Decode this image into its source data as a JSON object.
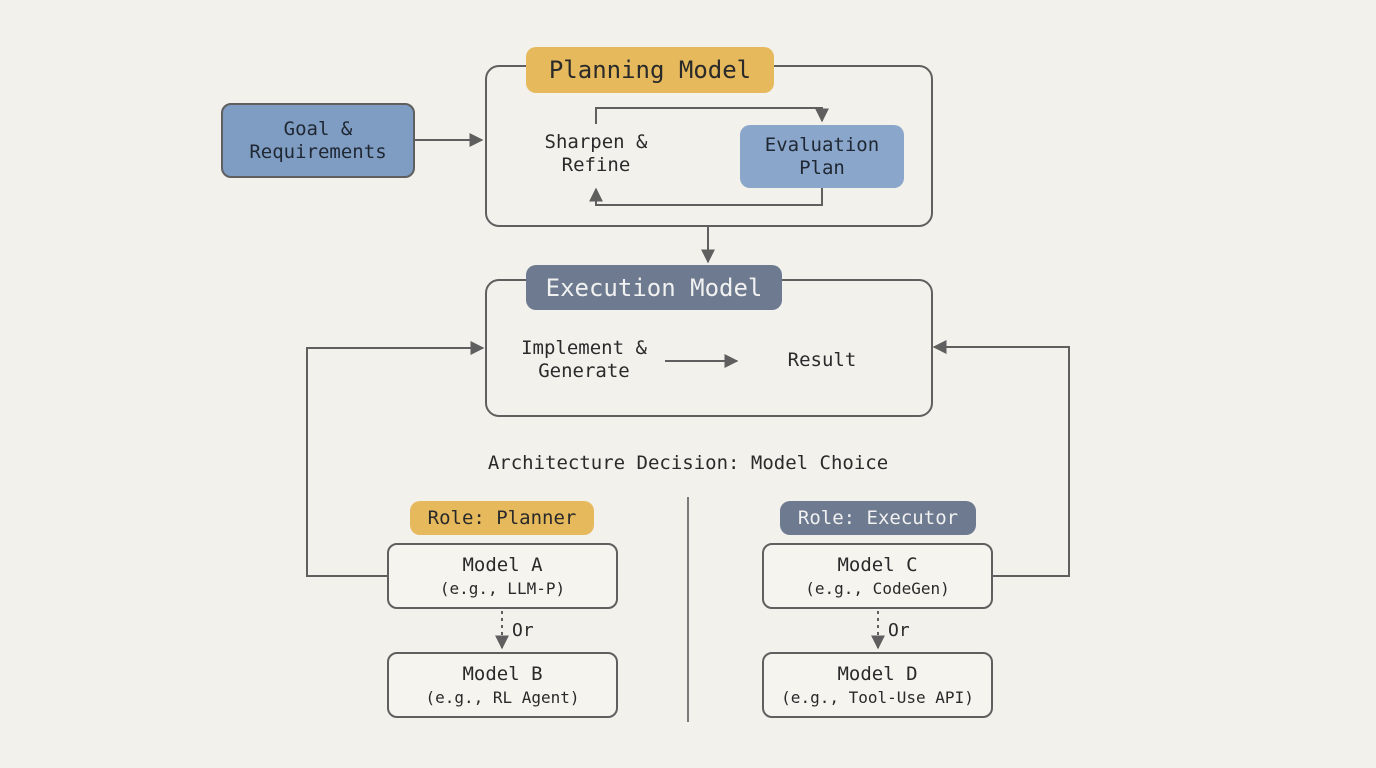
{
  "goal": {
    "line1": "Goal &",
    "line2": "Requirements"
  },
  "planning": {
    "title": "Planning Model",
    "refine_line1": "Sharpen &",
    "refine_line2": "Refine",
    "eval_line1": "Evaluation",
    "eval_line2": "Plan"
  },
  "execution": {
    "title": "Execution Model",
    "implement_line1": "Implement &",
    "implement_line2": "Generate",
    "result": "Result"
  },
  "decision": {
    "title": "Architecture Decision: Model Choice"
  },
  "planner": {
    "role": "Role: Planner",
    "model_a": {
      "name": "Model A",
      "example": "(e.g., LLM-P)"
    },
    "or": "Or",
    "model_b": {
      "name": "Model B",
      "example": "(e.g., RL Agent)"
    }
  },
  "executor": {
    "role": "Role: Executor",
    "model_c": {
      "name": "Model C",
      "example": "(e.g., CodeGen)"
    },
    "or": "Or",
    "model_d": {
      "name": "Model D",
      "example": "(e.g., Tool-Use API)"
    }
  },
  "colors": {
    "accent_gold": "#e6b95c",
    "accent_slate": "#6d7a8f",
    "accent_blue": "#7f9cc2",
    "line": "#5f5f5f",
    "background": "#f3f1ec"
  }
}
